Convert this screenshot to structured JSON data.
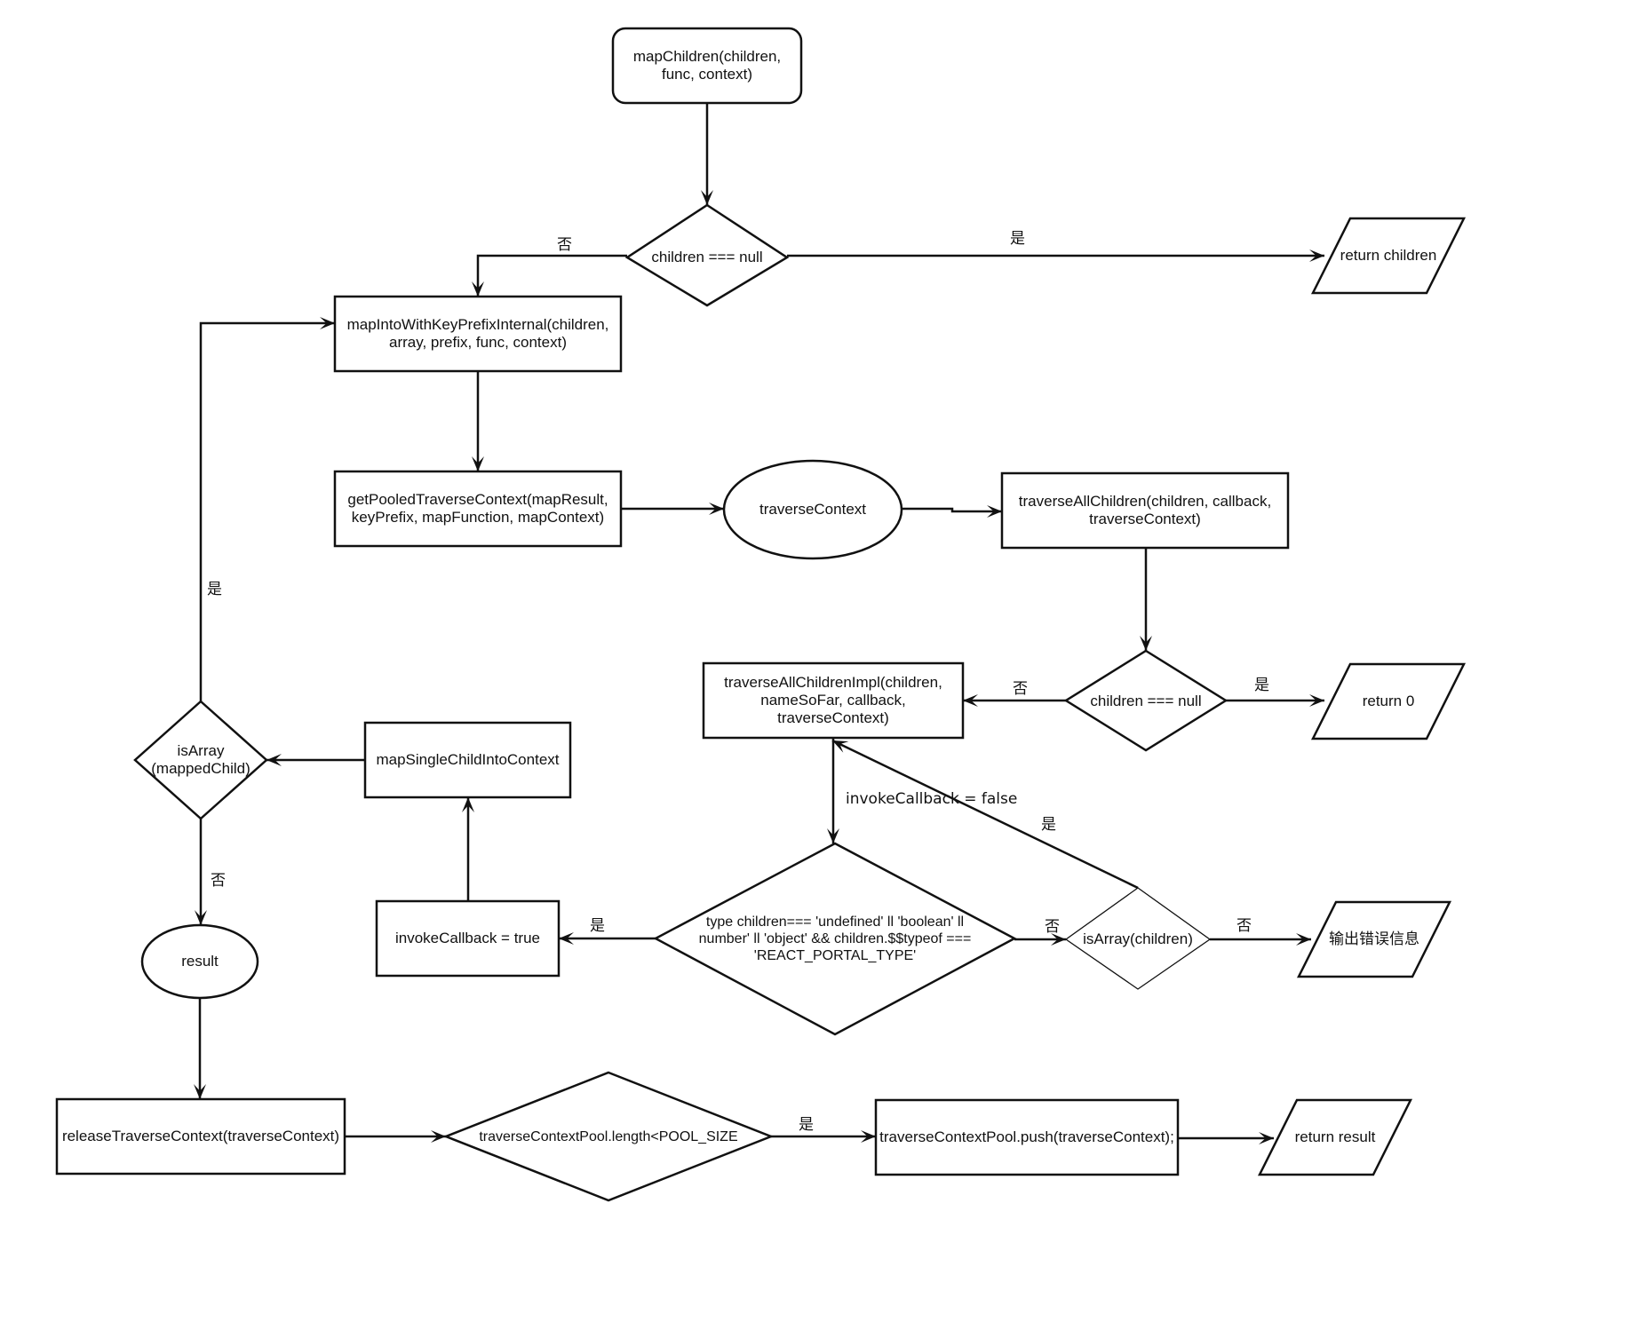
{
  "nodes": {
    "mapChildren": "mapChildren(children,\nfunc, context)",
    "childrenNull1": "children === null",
    "returnChildren": "return children",
    "mapIntoWithKeyPrefixInternal": "mapIntoWithKeyPrefixInternal(children,\narray, prefix, func, context)",
    "getPooledTraverseContext": "getPooledTraverseContext(mapResult,\nkeyPrefix, mapFunction, mapContext)",
    "traverseContext": "traverseContext",
    "traverseAllChildren": "traverseAllChildren(children, callback,\ntraverseContext)",
    "childrenNull2": "children === null",
    "return0": "return 0",
    "traverseAllChildrenImpl": "traverseAllChildrenImpl(children,\nnameSoFar, callback,\ntraverseContext)",
    "mapSingleChildIntoContext": "mapSingleChildIntoContext",
    "isArrayMapped": "isArray\n(mappedChild)",
    "typeCheck": "type children=== 'undefined' ll  'boolean' ll\nnumber' ll 'object' && children.$$typeof ===\n'REACT_PORTAL_TYPE'",
    "invokeCallbackTrue": "invokeCallback = true",
    "isArrayChildren": "isArray(children)",
    "outputError": "输出错误信息",
    "result": "result",
    "releaseTraverseContext": "releaseTraverseContext(traverseContext)",
    "poolLengthCheck": "traverseContextPool.length<POOL_SIZE",
    "poolPush": "traverseContextPool.push(traverseContext);",
    "returnResult": "return result"
  },
  "edge_labels": {
    "no_children_null1": "否",
    "yes_children_null1": "是",
    "yes_is_array_mapped": "是",
    "no_is_array_mapped": "否",
    "no_children_null2": "否",
    "yes_children_null2": "是",
    "invoke_callback_false": "invokeCallback = false",
    "yes_is_array_children": "是",
    "yes_type_check": "是",
    "no_type_check": "否",
    "no_is_array_children": "否",
    "yes_pool_length": "是"
  }
}
